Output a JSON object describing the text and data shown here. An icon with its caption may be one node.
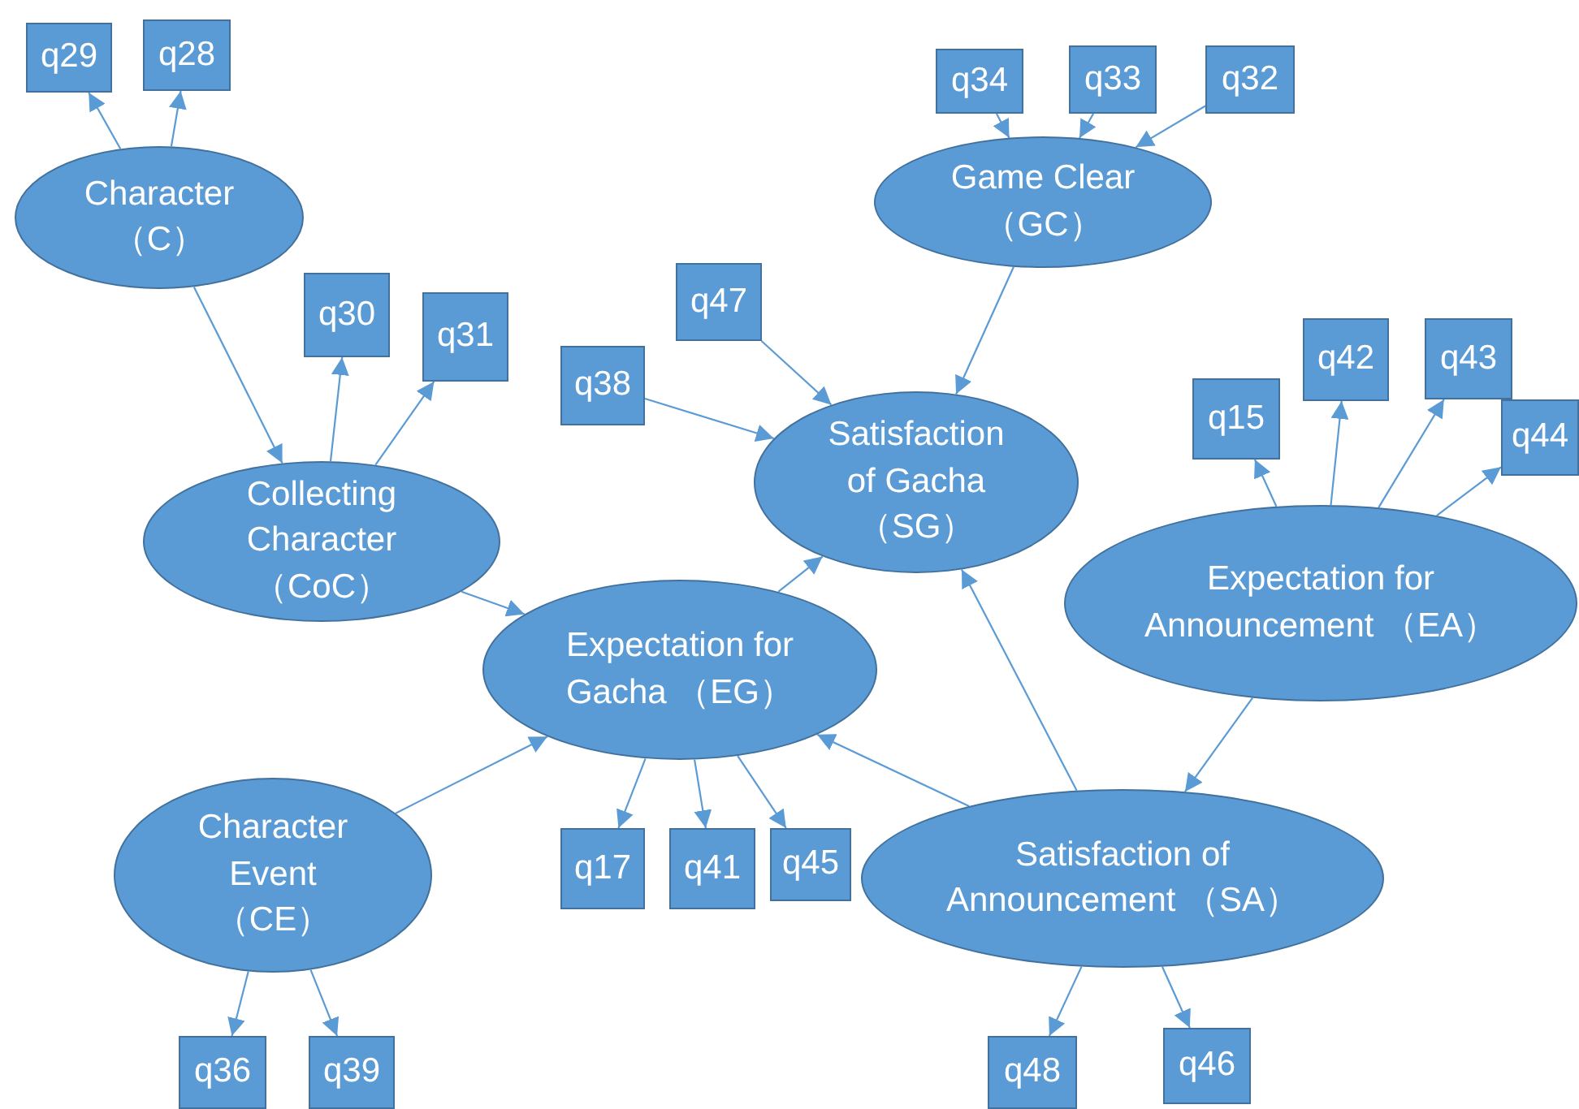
{
  "diagram": {
    "nodes": [
      {
        "text": [
          "q29"
        ]
      },
      {
        "text": [
          "q28"
        ]
      },
      {
        "text": [
          "Character （C）"
        ]
      },
      {
        "text": [
          "q34"
        ]
      },
      {
        "text": [
          "q33"
        ]
      },
      {
        "text": [
          "q32"
        ]
      },
      {
        "text": [
          "Game Clear（GC）"
        ]
      },
      {
        "text": [
          "q30"
        ]
      },
      {
        "text": [
          "q31"
        ]
      },
      {
        "text": [
          "q47"
        ]
      },
      {
        "text": [
          "q38"
        ]
      },
      {
        "text": [
          "q42"
        ]
      },
      {
        "text": [
          "q43"
        ]
      },
      {
        "text": [
          "q15"
        ]
      },
      {
        "text": [
          "q44"
        ]
      },
      {
        "text": [
          "Satisfaction of Gacha （SG）"
        ]
      },
      {
        "text": [
          "Collecting Character （CoC）"
        ]
      },
      {
        "text": [
          "Expectation for Announcement （EA）"
        ]
      },
      {
        "text": [
          "Expectation for Gacha （EG）"
        ]
      },
      {
        "text": [
          "Character Event （CE）"
        ]
      },
      {
        "text": [
          "q17"
        ]
      },
      {
        "text": [
          "q41"
        ]
      },
      {
        "text": [
          "q45"
        ]
      },
      {
        "text": [
          "Satisfaction of Announcement （SA）"
        ]
      },
      {
        "text": [
          "q36"
        ]
      },
      {
        "text": [
          "q39"
        ]
      },
      {
        "text": [
          "q48"
        ]
      },
      {
        "text": [
          "q46"
        ]
      }
    ],
    "edges": [
      {
        "from": 2,
        "to": 0,
        "arrow": "to"
      },
      {
        "from": 2,
        "to": 1,
        "arrow": "to"
      },
      {
        "from": 2,
        "to": 16,
        "arrow": "to"
      },
      {
        "from": 16,
        "to": 7,
        "arrow": "to"
      },
      {
        "from": 16,
        "to": 8,
        "arrow": "to"
      },
      {
        "from": 3,
        "to": 6,
        "arrow": "to"
      },
      {
        "from": 4,
        "to": 6,
        "arrow": "to"
      },
      {
        "from": 5,
        "to": 6,
        "arrow": "to"
      },
      {
        "from": 6,
        "to": 15,
        "arrow": "to"
      },
      {
        "from": 9,
        "to": 15,
        "arrow": "to"
      },
      {
        "from": 10,
        "to": 15,
        "arrow": "to"
      },
      {
        "from": 16,
        "to": 18,
        "arrow": "to"
      },
      {
        "from": 18,
        "to": 15,
        "arrow": "to"
      },
      {
        "from": 17,
        "to": 13,
        "arrow": "to"
      },
      {
        "from": 17,
        "to": 11,
        "arrow": "to"
      },
      {
        "from": 17,
        "to": 12,
        "arrow": "to"
      },
      {
        "from": 17,
        "to": 14,
        "arrow": "to"
      },
      {
        "from": 17,
        "to": 23,
        "arrow": "to"
      },
      {
        "from": 23,
        "to": 15,
        "arrow": "to"
      },
      {
        "from": 23,
        "to": 18,
        "arrow": "to"
      },
      {
        "from": 19,
        "to": 18,
        "arrow": "to"
      },
      {
        "from": 18,
        "to": 20,
        "arrow": "to"
      },
      {
        "from": 18,
        "to": 21,
        "arrow": "to"
      },
      {
        "from": 18,
        "to": 22,
        "arrow": "to"
      },
      {
        "from": 19,
        "to": 24,
        "arrow": "to"
      },
      {
        "from": 19,
        "to": 25,
        "arrow": "to"
      },
      {
        "from": 23,
        "to": 26,
        "arrow": "to"
      },
      {
        "from": 23,
        "to": 27,
        "arrow": "to"
      }
    ]
  }
}
